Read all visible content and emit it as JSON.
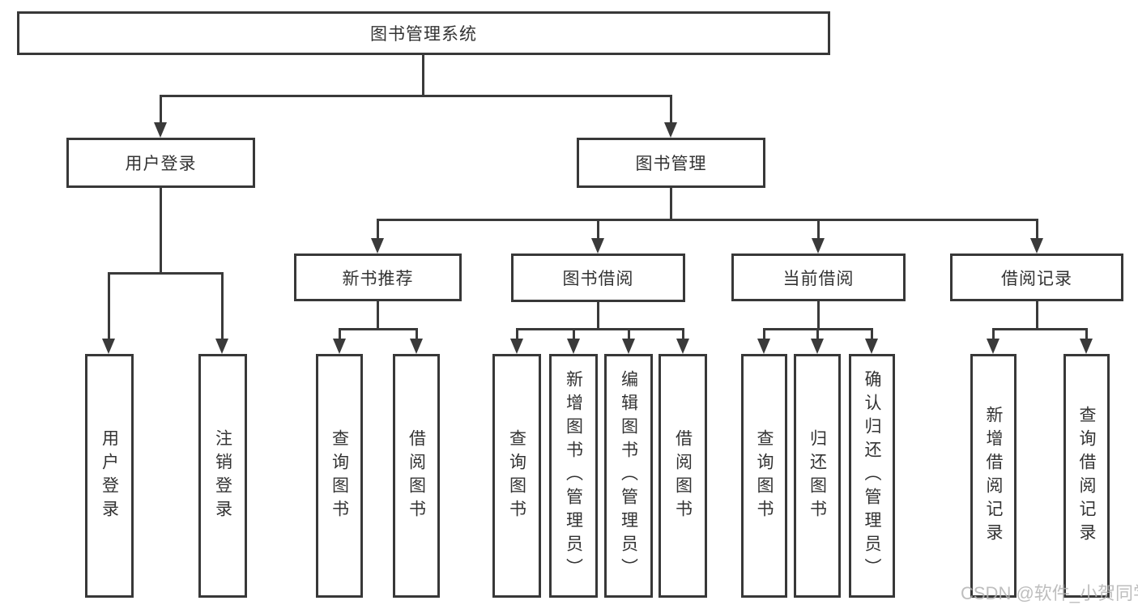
{
  "diagram_title": "图书管理系统",
  "colors": {
    "line": "#3a3a3a",
    "box_border": "#383838",
    "text": "#333333",
    "background": "#ffffff",
    "watermark": "#b3b3b3"
  },
  "watermark": {
    "text": "CSDN @软件_小贺同学"
  },
  "tree": {
    "label": "图书管理系统",
    "children": [
      {
        "label": "用户登录",
        "children": [
          {
            "label": "用户登录"
          },
          {
            "label": "注销登录"
          }
        ]
      },
      {
        "label": "图书管理",
        "children": [
          {
            "label": "新书推荐",
            "children": [
              {
                "label": "查询图书"
              },
              {
                "label": "借阅图书"
              }
            ]
          },
          {
            "label": "图书借阅",
            "children": [
              {
                "label": "查询图书"
              },
              {
                "label": "新增图书（管理员）"
              },
              {
                "label": "编辑图书（管理员）"
              },
              {
                "label": "借阅图书"
              }
            ]
          },
          {
            "label": "当前借阅",
            "children": [
              {
                "label": "查询图书"
              },
              {
                "label": "归还图书"
              },
              {
                "label": "确认归还（管理员）"
              }
            ]
          },
          {
            "label": "借阅记录",
            "children": [
              {
                "label": "新增借阅记录"
              },
              {
                "label": "查询借阅记录"
              }
            ]
          }
        ]
      }
    ]
  }
}
